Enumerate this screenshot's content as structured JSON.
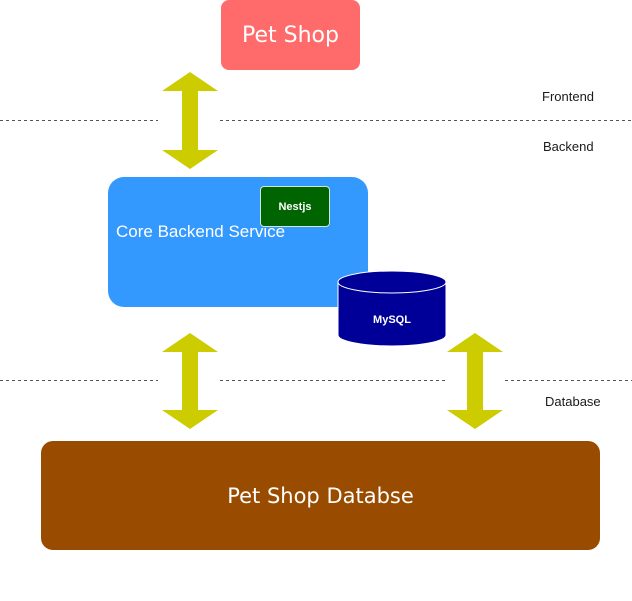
{
  "nodes": {
    "pet_shop": "Pet Shop",
    "core_backend": "Core Backend Service",
    "nestjs": "Nestjs",
    "mysql": "MySQL",
    "database": "Pet Shop Databse"
  },
  "zones": {
    "frontend": "Frontend",
    "backend": "Backend",
    "database": "Database"
  },
  "colors": {
    "pet_shop": "#ff6b6b",
    "core_backend": "#3399ff",
    "nestjs": "#006400",
    "mysql": "#000099",
    "database": "#994c00",
    "arrow": "#cccc00",
    "divider": "#555555"
  }
}
